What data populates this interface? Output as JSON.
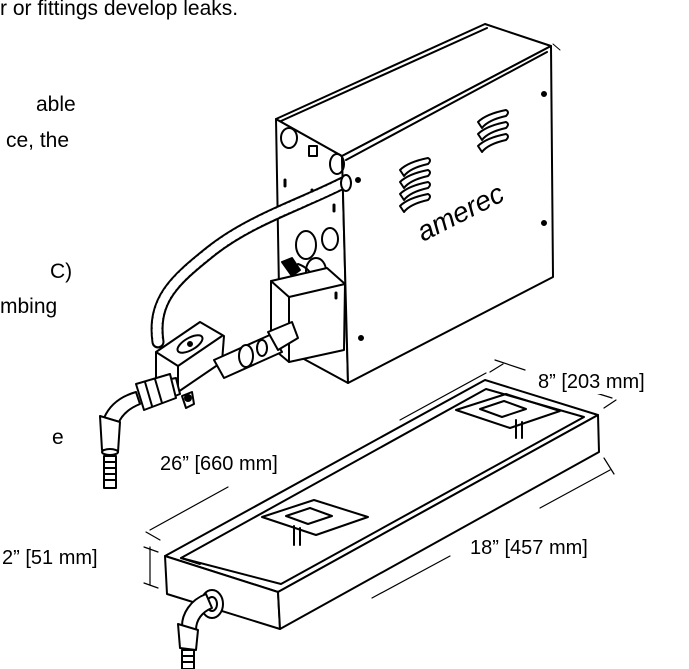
{
  "text_fragments": [
    "r or fittings develop leaks.",
    "able",
    "ce, the",
    "C)",
    "mbing",
    "e"
  ],
  "brand": "amerec",
  "dimensions": {
    "depth": "8” [203 mm]",
    "length": "26” [660 mm]",
    "height": "2” [51 mm]",
    "inner_length": "18” [457 mm]"
  }
}
